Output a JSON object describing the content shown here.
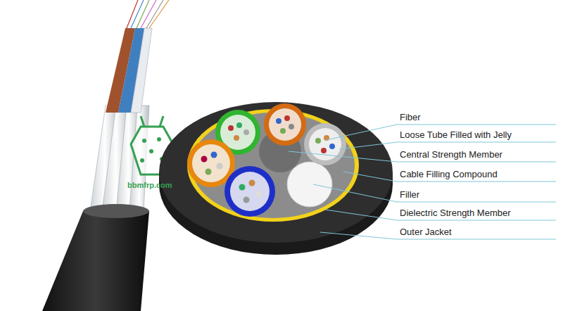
{
  "diagram": {
    "labels": [
      "Fiber",
      "Loose Tube Filled with Jelly",
      "Central Strength Member",
      "Cable Filling Compound",
      "Filler",
      "Dielectric Strength Member",
      "Outer Jacket",
      "bbmfrp.com"
    ]
  }
}
